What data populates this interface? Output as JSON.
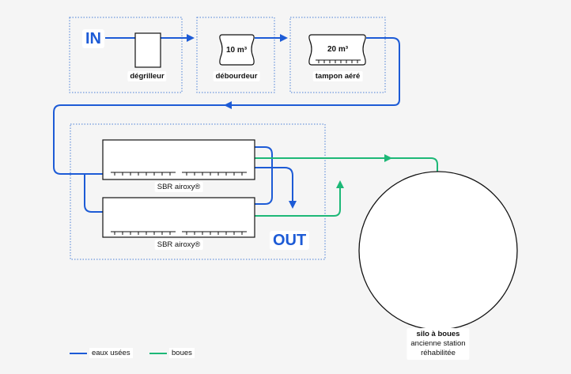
{
  "inlet": "IN",
  "outlet": "OUT",
  "units": {
    "degrilleur": "dégrilleur",
    "debourdeur": "débourdeur",
    "debourdeur_volume": "10 m³",
    "tampon": "tampon aéré",
    "tampon_volume": "20 m³",
    "sbr1": "SBR airoxy®",
    "sbr2": "SBR airoxy®"
  },
  "silo": {
    "title": "silo à boues",
    "line2": "ancienne station",
    "line3": "réhabilitée"
  },
  "legend": {
    "water_label": "eaux usées",
    "sludge_label": "boues"
  },
  "colors": {
    "water": "#1d5bd6",
    "sludge": "#1db877",
    "frame": "#4a7fd6"
  }
}
